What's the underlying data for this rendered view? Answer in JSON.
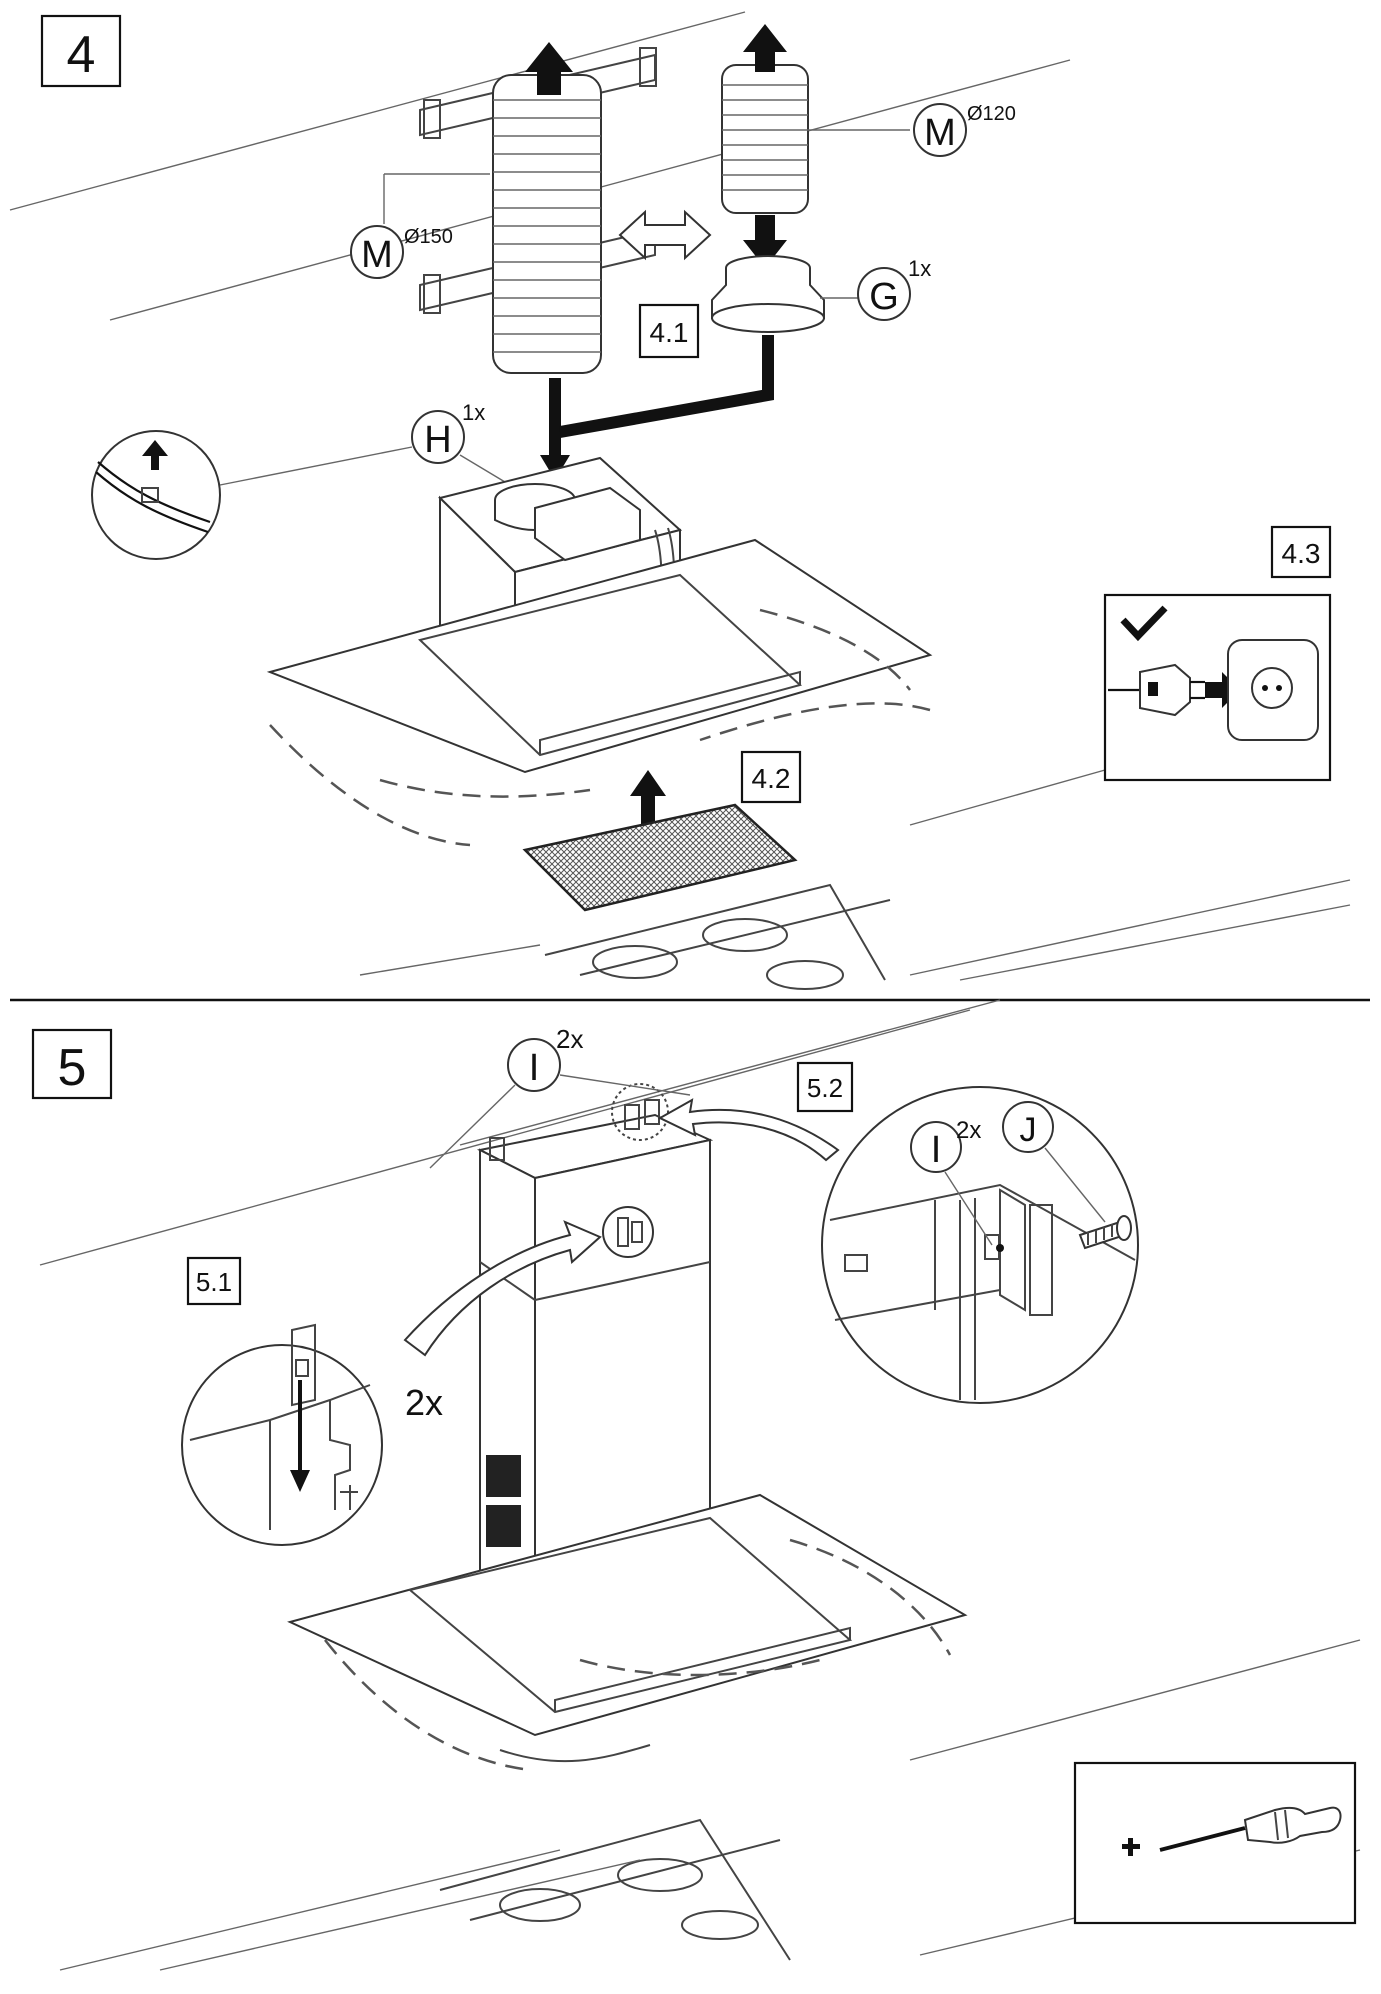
{
  "steps": [
    {
      "number": "4"
    },
    {
      "number": "5"
    }
  ],
  "substeps": {
    "s41": "4.1",
    "s42": "4.2",
    "s43": "4.3",
    "s51": "5.1",
    "s52": "5.2"
  },
  "parts": {
    "m150": {
      "letter": "M",
      "sup": "Ø150"
    },
    "m120": {
      "letter": "M",
      "sup": "Ø120"
    },
    "g": {
      "letter": "G",
      "sup": "1x"
    },
    "h": {
      "letter": "H",
      "sup": "1x"
    },
    "i_top": {
      "letter": "I",
      "sup": "2x"
    },
    "i_detail": {
      "letter": "I",
      "sup": "2x"
    },
    "j": {
      "letter": "J"
    }
  },
  "labels": {
    "times2": "2x"
  },
  "icons": {
    "checkmark": "check-icon",
    "plug": "plug-icon",
    "socket": "socket-icon",
    "screwdriver": "phillips-screwdriver-icon",
    "phillips": "phillips-head-icon"
  }
}
